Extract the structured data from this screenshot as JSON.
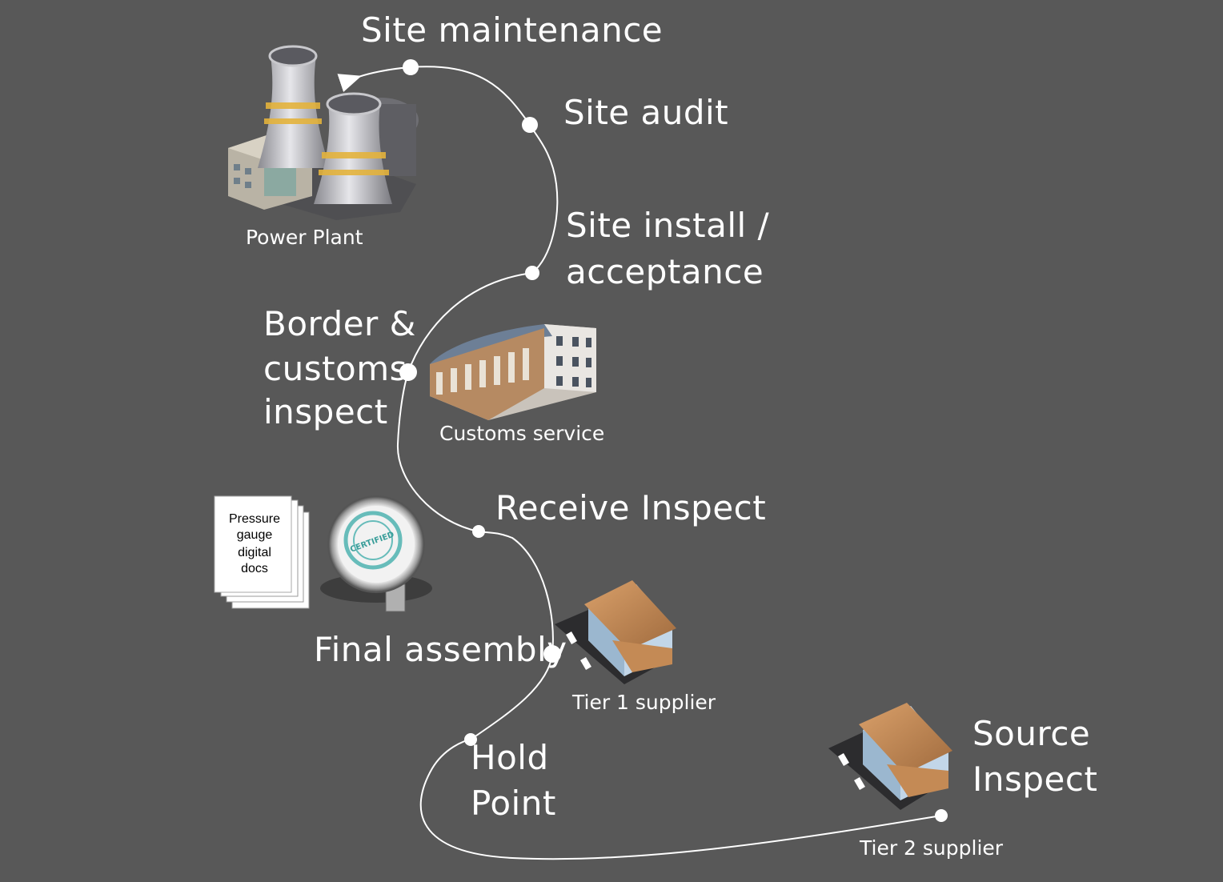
{
  "stages": {
    "site_maintenance": "Site maintenance",
    "site_audit": "Site audit",
    "site_install_line1": "Site install /",
    "site_install_line2": "acceptance",
    "border_line1": "Border &",
    "border_line2": "customs",
    "border_line3": "inspect",
    "receive_inspect": "Receive Inspect",
    "final_assembly": "Final assembly",
    "hold_line1": "Hold",
    "hold_line2": "Point",
    "source_line1": "Source",
    "source_line2": "Inspect"
  },
  "facilities": {
    "power_plant": "Power Plant",
    "customs_service": "Customs service",
    "tier1_supplier": "Tier 1 supplier",
    "tier2_supplier": "Tier 2 supplier"
  },
  "docs": {
    "line1": "Pressure",
    "line2": "gauge",
    "line3": "digital",
    "line4": "docs"
  },
  "gauge": {
    "stamp_text": "CERTIFIED"
  },
  "colors": {
    "background": "#585858",
    "path": "#ffffff",
    "text": "#ffffff"
  }
}
